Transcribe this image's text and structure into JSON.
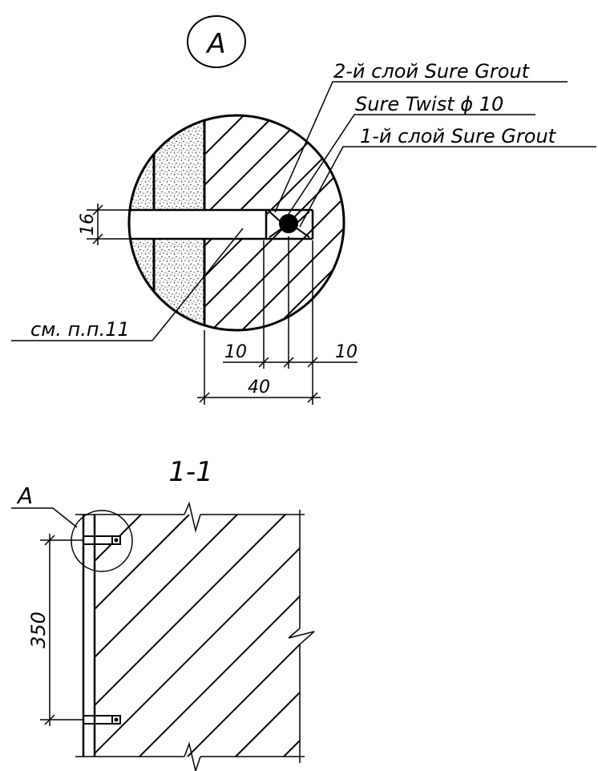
{
  "callout_letter": "A",
  "labels": {
    "layer2": "2-й слой Sure Grout",
    "twist": "Sure Twist ϕ 10",
    "layer1": "1-й слой Sure Grout",
    "see_note": "см. п.п.11"
  },
  "dimensions": {
    "gap": "16",
    "left_offset": "10",
    "right_offset": "10",
    "total": "40",
    "anchor_spacing": "350"
  },
  "section_title": "1-1"
}
